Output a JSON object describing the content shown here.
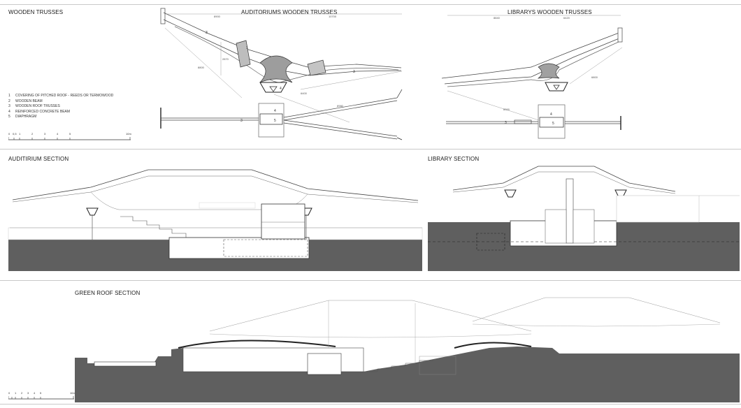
{
  "sections": {
    "wooden_trusses": "WOODEN TRUSSES",
    "auditorium_trusses": "AUDITORIUMS WOODEN TRUSSES",
    "library_trusses": "LIBRARYS WOODEN TRUSSES",
    "auditorium_section": "AUDITIRIUM SECTION",
    "library_section": "LIBRARY SECTION",
    "green_roof_section": "GREEN ROOF SECTION"
  },
  "legend": [
    {
      "num": "1",
      "text": "COVERING OF PITCHED ROOF - REEDS OR TERMOWOOD"
    },
    {
      "num": "2",
      "text": "WOODEN BEAM"
    },
    {
      "num": "3",
      "text": "WOODEN ROOF TRUSSES"
    },
    {
      "num": "4",
      "text": "REINFORCED CONCRETE BEAM"
    },
    {
      "num": "5",
      "text": "DIAPHRAGM"
    }
  ],
  "scale_bar": {
    "labels": [
      "0",
      "0,5",
      "1",
      "2",
      "3",
      "4",
      "5",
      "10m"
    ]
  },
  "dimensions": {
    "aud_top_left": "8900",
    "aud_top_right": "10700",
    "aud_left_span": "8800",
    "aud_right_span": "6400",
    "aud_height": "2870",
    "aud_lower": "8980",
    "lib_top_left": "8840",
    "lib_top_right": "6420",
    "lib_span": "8300",
    "lib_right": "6800"
  },
  "colors": {
    "ground": "#5f5f5f",
    "line": "#555555",
    "light_line": "#9a9a9a",
    "accent": "#2b2b2b"
  }
}
